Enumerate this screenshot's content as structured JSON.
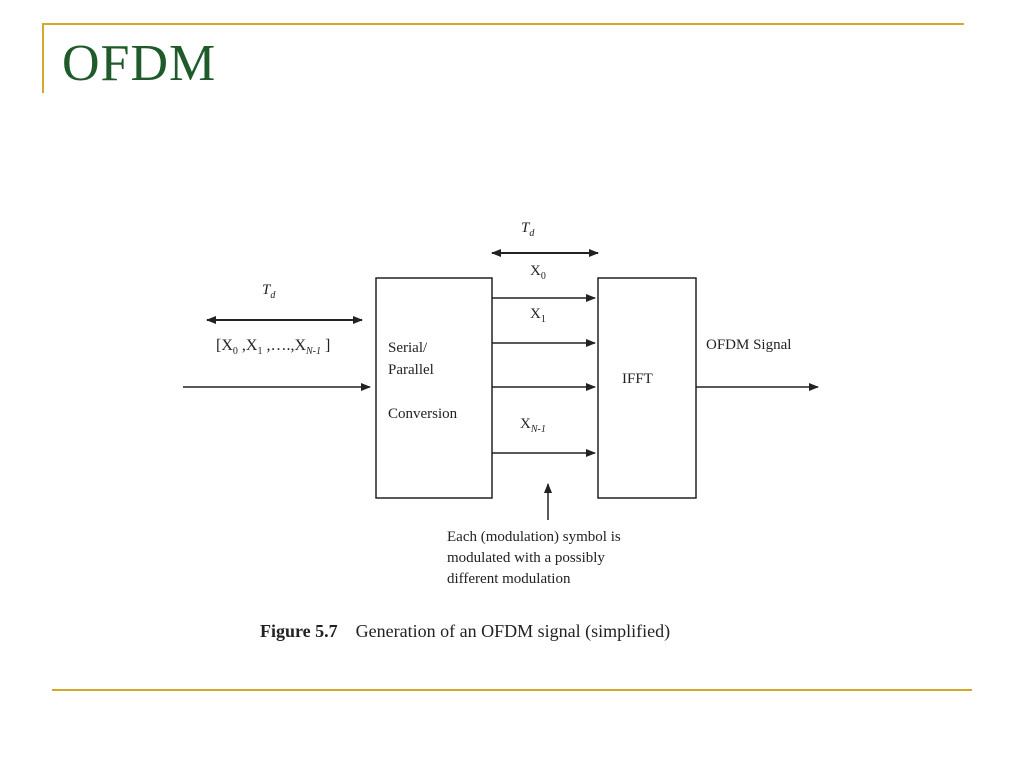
{
  "slide": {
    "title": "OFDM"
  },
  "diagram": {
    "td_label_left": "T",
    "td_label_left_sub": "d",
    "td_label_top": "T",
    "td_label_top_sub": "d",
    "input_seq_open": "[X",
    "input_seq_s0": "0",
    "input_seq_mid1": " ,X",
    "input_seq_s1": "1",
    "input_seq_mid2": " ,….,X",
    "input_seq_sN": "N-1",
    "input_seq_close": " ]",
    "sp_block_line1": "Serial/",
    "sp_block_line2": "Parallel",
    "sp_block_line3": "Conversion",
    "x0_label": "X",
    "x0_sub": "0",
    "x1_label": "X",
    "x1_sub": "1",
    "xn_label": "X",
    "xn_sub": "N-1",
    "ifft_label": "IFFT",
    "output_label": "OFDM Signal",
    "note_line1": "Each (modulation) symbol is",
    "note_line2": "modulated with a possibly",
    "note_line3": "different modulation"
  },
  "caption": {
    "figure_number": "Figure 5.7",
    "text": "Generation of an OFDM signal (simplified)"
  }
}
